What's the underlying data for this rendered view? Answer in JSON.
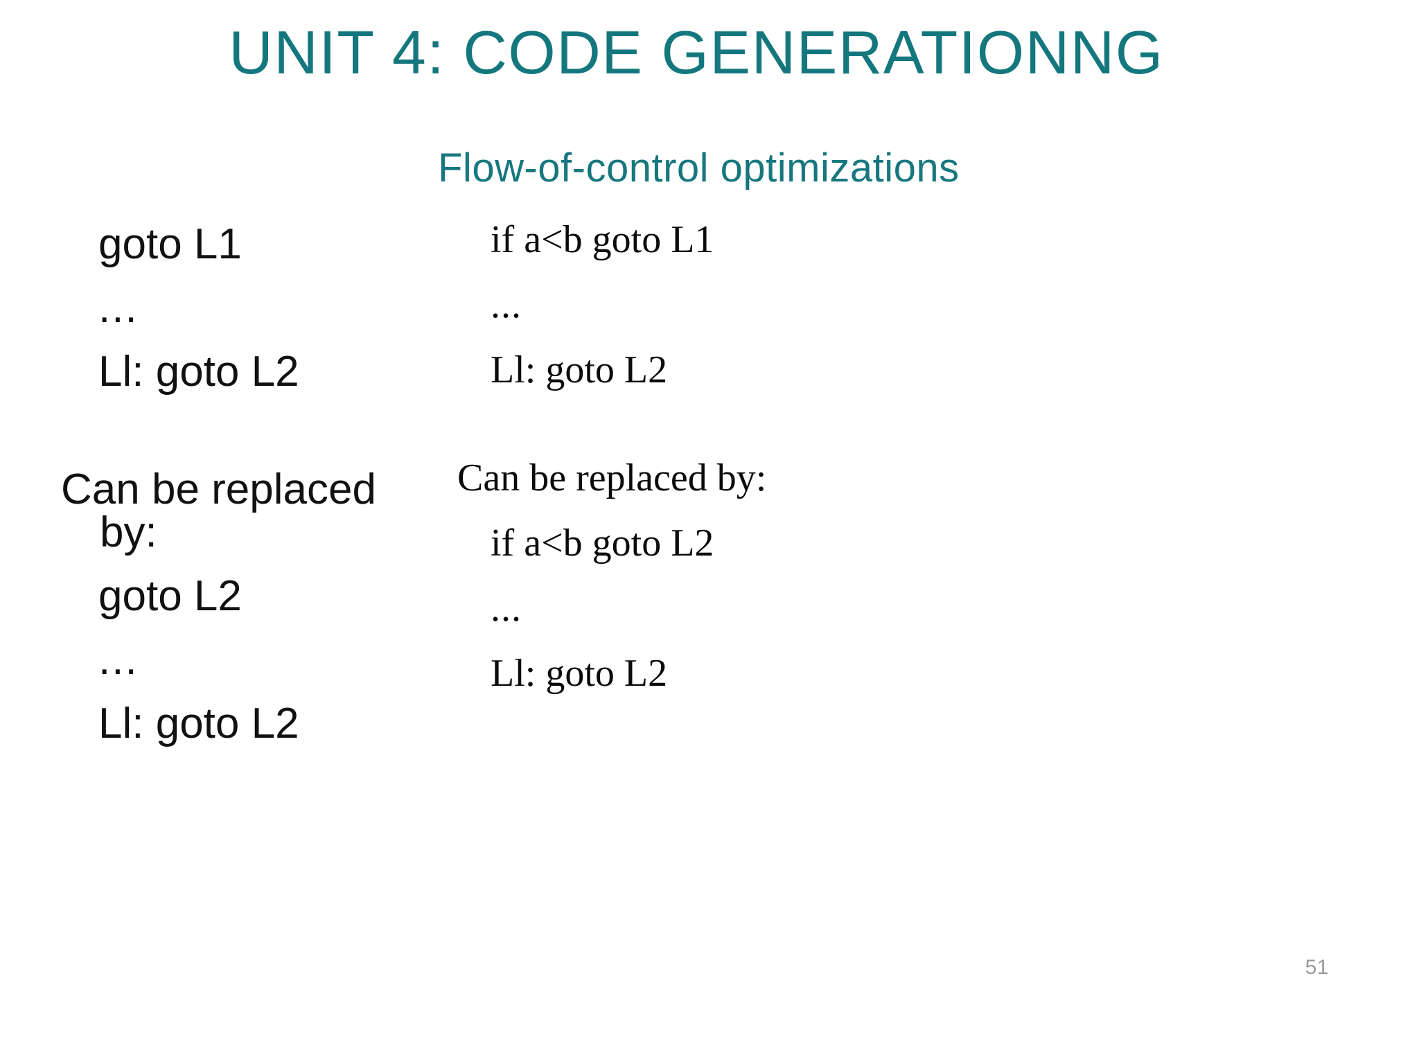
{
  "slide": {
    "title": "UNIT 4: CODE GENERATIONNG",
    "subtitle": "Flow-of-control optimizations",
    "page_number": "51",
    "colors": {
      "accent_teal": "#15777E",
      "body_text": "#111111",
      "page_number": "#9a9a9a",
      "background": "#ffffff"
    }
  },
  "left_column": {
    "lines": [
      {
        "text": "goto L1"
      },
      {
        "text": "..."
      },
      {
        "text": "Ll: goto L2"
      },
      {
        "text": ""
      },
      {
        "text": "Can be replaced by:",
        "wrap_first": "Can be replaced",
        "wrap_second": "by:"
      },
      {
        "text": "goto L2"
      },
      {
        "text": "..."
      },
      {
        "text": "Ll: goto L2"
      }
    ]
  },
  "right_column": {
    "lines": [
      {
        "text": "if a<b goto L1"
      },
      {
        "text": "..."
      },
      {
        "text": "Ll: goto L2"
      },
      {
        "text": ""
      },
      {
        "text": "Can be replaced by:"
      },
      {
        "text": "if a<b goto L2"
      },
      {
        "text": "..."
      },
      {
        "text": "Ll: goto L2"
      }
    ]
  }
}
